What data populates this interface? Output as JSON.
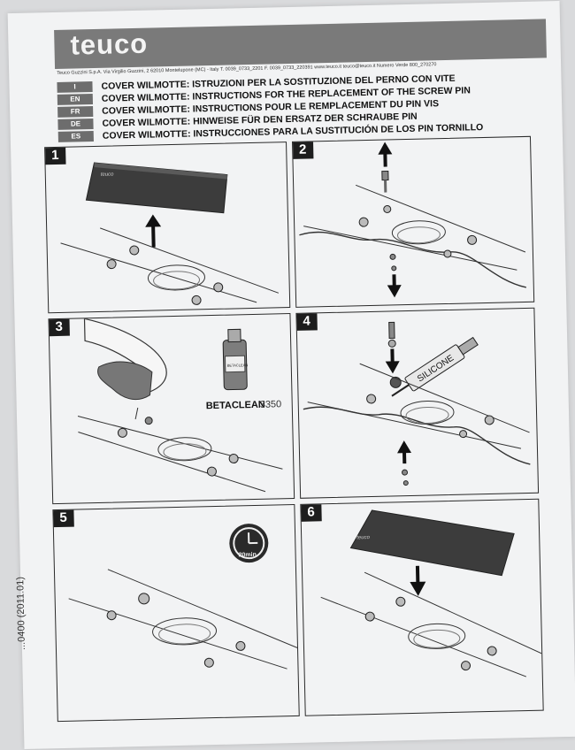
{
  "header": {
    "logo": "teuco",
    "company_line": "Teuco Guzzini S.p.A. Via Virgilio Guzzini, 2 62010 Montelupone (MC) - Italy T. 0039_0733_2201 F. 0039_0733_220391 www.teuco.it teuco@teuco.it Numero Verde 800_270270"
  },
  "languages": [
    {
      "code": "I",
      "text": "COVER WILMOTTE: ISTRUZIONI PER LA SOSTITUZIONE DEL PERNO CON VITE"
    },
    {
      "code": "EN",
      "text": "COVER WILMOTTE: INSTRUCTIONS FOR THE REPLACEMENT OF THE SCREW PIN"
    },
    {
      "code": "FR",
      "text": "COVER WILMOTTE: INSTRUCTIONS POUR LE REMPLACEMENT DU PIN VIS"
    },
    {
      "code": "DE",
      "text": "COVER WILMOTTE: HINWEISE FÜR DEN ERSATZ DER SCHRAUBE PIN"
    },
    {
      "code": "ES",
      "text": "COVER WILMOTTE: INSTRUCCIONES PARA LA SUSTITUCIÓN DE LOS PIN TORNILLO"
    }
  ],
  "steps": {
    "s1": "1",
    "s2": "2",
    "s3": "3",
    "s4": "4",
    "s5": "5",
    "s6": "6"
  },
  "labels": {
    "betaclean": "BETACLEAN",
    "betaclean_num": "3350",
    "bottle_small": "BETACLEAN",
    "silicone": "SILICONE",
    "timer": "20min.",
    "cover_logo": "teuco"
  },
  "doc_code": "...0400 (2011.01)"
}
